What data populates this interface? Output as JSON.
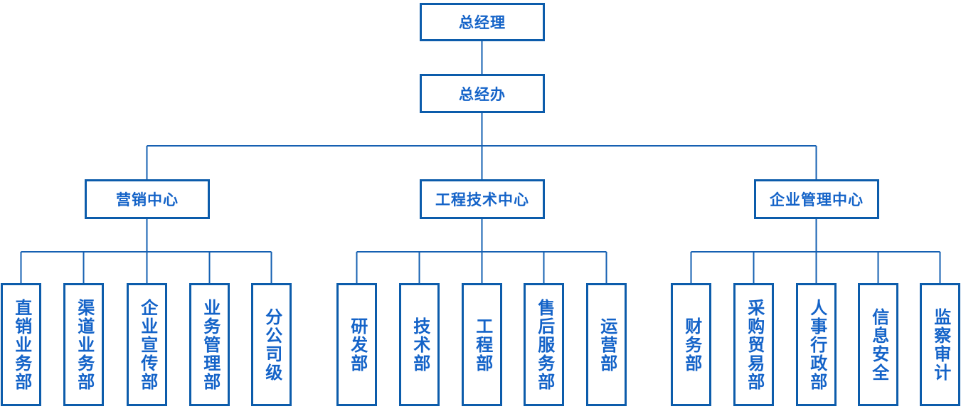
{
  "diagram": {
    "type": "org-chart",
    "colors": {
      "box_border": "#0c5cab",
      "connector_line": "#1660b2",
      "text": "#1463c8",
      "background": "#ffffff"
    },
    "org": {
      "root": {
        "label": "总经理"
      },
      "office": {
        "label": "总经办"
      },
      "centers": [
        {
          "label": "营销中心",
          "departments": [
            "直销业务部",
            "渠道业务部",
            "企业宣传部",
            "业务管理部",
            "分公司级"
          ]
        },
        {
          "label": "工程技术中心",
          "departments": [
            "研发部",
            "技术部",
            "工程部",
            "售后服务部",
            "运营部"
          ]
        },
        {
          "label": "企业管理中心",
          "departments": [
            "财务部",
            "采购贸易部",
            "人事行政部",
            "信息安全",
            "监察审计"
          ]
        }
      ]
    }
  }
}
